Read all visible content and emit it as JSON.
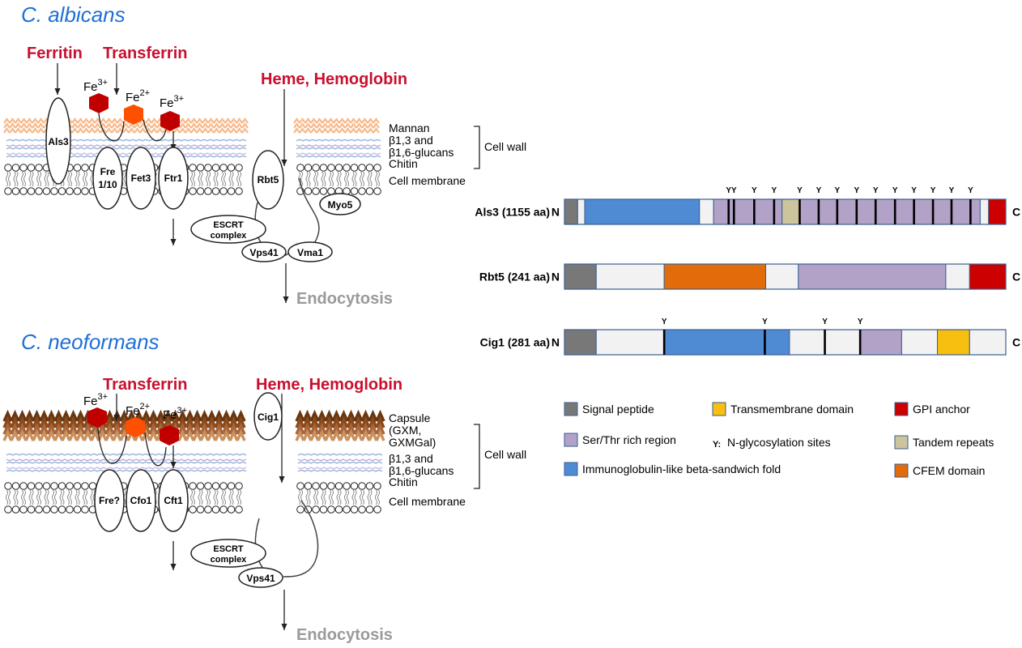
{
  "colors": {
    "signal": "#787878",
    "ser_thr": "#b3a2c8",
    "ig": "#4f8bd3",
    "tm": "#f7bf10",
    "gpi": "#cc0000",
    "tandem": "#cbc49c",
    "cfem": "#e36c0a",
    "empty": "#f2f2f2",
    "species_blue": "#1f6fd6",
    "ligand_red": "#c8102e",
    "endocytosis_gray": "#9a9a9a",
    "fe3_dark": "#c00000",
    "fe2_orange": "#ff4f00",
    "mannan": "#f7b98a",
    "glucan": "#9ab6dc",
    "capsule": "#8a4a1c"
  },
  "top": {
    "species": "C. albicans",
    "ligands": {
      "ferritin": "Ferritin",
      "transferrin": "Transferrin",
      "heme": "Heme, Hemoglobin"
    },
    "ions": {
      "fe3_left": "Fe3+",
      "fe2": "Fe2+",
      "fe3_right": "Fe3+"
    },
    "proteins": {
      "als3": "Als3",
      "fre_line1": "Fre",
      "fre_line2": "1/10",
      "fet3": "Fet3",
      "ftr1": "Ftr1",
      "rbt5": "Rbt5",
      "myo5": "Myo5",
      "escrt_line1": "ESCRT",
      "escrt_line2": "complex",
      "vps41": "Vps41",
      "vma1": "Vma1"
    },
    "endocytosis": "Endocytosis",
    "layers": {
      "mannan": "Mannan",
      "b13": "β1,3 and",
      "b16": "β1,6-glucans",
      "chitin": "Chitin",
      "cell_wall": "Cell wall",
      "membrane": "Cell membrane"
    }
  },
  "bottom": {
    "species": "C. neoformans",
    "ligands": {
      "transferrin": "Transferrin",
      "heme": "Heme, Hemoglobin"
    },
    "ions": {
      "fe3_left": "Fe3+",
      "fe2": "Fe2+",
      "fe3_right": "Fe3+"
    },
    "proteins": {
      "cig1": "Cig1",
      "fre": "Fre?",
      "cfo1": "Cfo1",
      "cft1": "Cft1",
      "escrt_line1": "ESCRT",
      "escrt_line2": "complex",
      "vps41": "Vps41"
    },
    "endocytosis": "Endocytosis",
    "layers": {
      "capsule": "Capsule",
      "gxm": "(GXM,",
      "gxmgal": "GXMGal)",
      "b13": "β1,3 and",
      "b16": "β1,6-glucans",
      "chitin": "Chitin",
      "cell_wall": "Cell wall",
      "membrane": "Cell membrane"
    }
  },
  "domains": {
    "n_label": "N",
    "c_label": "C",
    "proteins": [
      {
        "label": "Als3 (1155 aa)",
        "segments": [
          {
            "type": "signal",
            "start": 0,
            "end": 0.03
          },
          {
            "type": "empty",
            "start": 0.03,
            "end": 0.046
          },
          {
            "type": "ig",
            "start": 0.046,
            "end": 0.306
          },
          {
            "type": "empty",
            "start": 0.306,
            "end": 0.338
          },
          {
            "type": "ser_thr",
            "start": 0.338,
            "end": 0.493
          },
          {
            "type": "tandem",
            "start": 0.493,
            "end": 0.533
          },
          {
            "type": "ser_thr",
            "start": 0.533,
            "end": 0.942
          },
          {
            "type": "empty",
            "start": 0.942,
            "end": 0.961
          },
          {
            "type": "gpi",
            "start": 0.961,
            "end": 1.0
          }
        ],
        "glyco_sites": [
          0.372,
          0.384,
          0.43,
          0.475,
          0.533,
          0.576,
          0.618,
          0.662,
          0.705,
          0.749,
          0.792,
          0.835,
          0.877,
          0.92
        ]
      },
      {
        "label": "Rbt5 (241 aa)",
        "segments": [
          {
            "type": "signal",
            "start": 0,
            "end": 0.072
          },
          {
            "type": "empty",
            "start": 0.072,
            "end": 0.226
          },
          {
            "type": "cfem",
            "start": 0.226,
            "end": 0.456
          },
          {
            "type": "empty",
            "start": 0.456,
            "end": 0.53
          },
          {
            "type": "ser_thr",
            "start": 0.53,
            "end": 0.864
          },
          {
            "type": "empty",
            "start": 0.864,
            "end": 0.918
          },
          {
            "type": "gpi",
            "start": 0.918,
            "end": 1.0
          }
        ],
        "glyco_sites": []
      },
      {
        "label": "Cig1 (281 aa)",
        "segments": [
          {
            "type": "signal",
            "start": 0,
            "end": 0.072
          },
          {
            "type": "empty",
            "start": 0.072,
            "end": 0.226
          },
          {
            "type": "ig",
            "start": 0.226,
            "end": 0.51
          },
          {
            "type": "empty",
            "start": 0.51,
            "end": 0.67
          },
          {
            "type": "ser_thr",
            "start": 0.67,
            "end": 0.764
          },
          {
            "type": "empty",
            "start": 0.764,
            "end": 0.845
          },
          {
            "type": "tm",
            "start": 0.845,
            "end": 0.918
          },
          {
            "type": "empty",
            "start": 0.918,
            "end": 1.0
          }
        ],
        "glyco_sites": [
          0.226,
          0.454,
          0.59,
          0.67
        ]
      }
    ],
    "glyco_mark": "Y"
  },
  "legend": [
    {
      "type": "signal",
      "label": "Signal peptide"
    },
    {
      "type": "tm",
      "label": "Transmembrane domain"
    },
    {
      "type": "gpi",
      "label": "GPI anchor"
    },
    {
      "type": "ser_thr",
      "label": "Ser/Thr rich region"
    },
    {
      "type": "glyco",
      "label": "N-glycosylation sites",
      "symbol": "Y:"
    },
    {
      "type": "tandem",
      "label": "Tandem repeats"
    },
    {
      "type": "ig",
      "label": "Immunoglobulin-like beta-sandwich fold"
    },
    {
      "type": "cfem",
      "label": "CFEM domain"
    }
  ]
}
